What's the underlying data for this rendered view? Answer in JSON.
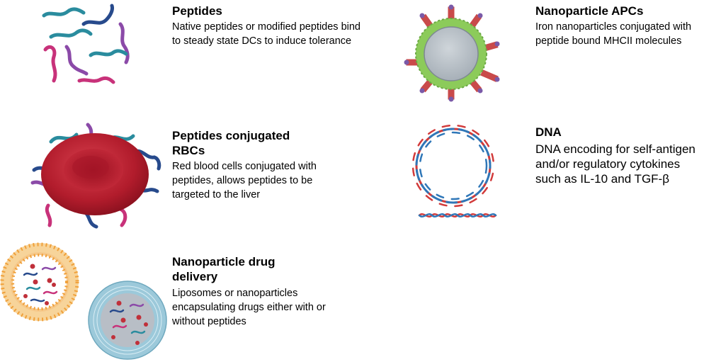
{
  "items": [
    {
      "id": "peptides",
      "title": "Peptides",
      "description": "Native peptides or modified peptides bind to steady state DCs to induce tolerance",
      "icon": "peptide-strands-icon"
    },
    {
      "id": "peptides-rbc",
      "title": "Peptides conjugated RBCs",
      "description": "Red blood cells conjugated with peptides, allows peptides to be targeted to the liver",
      "icon": "red-blood-cell-icon"
    },
    {
      "id": "nanoparticle-drug-delivery",
      "title": "Nanoparticle drug delivery",
      "description": "Liposomes or nanoparticles encapsulating drugs either with or without peptides",
      "icon": "liposome-nanoparticle-icon"
    },
    {
      "id": "nanoparticle-apcs",
      "title": "Nanoparticle APCs",
      "description": "Iron nanoparticles conjugated with peptide bound MHCII molecules",
      "icon": "iron-nanoparticle-mhc-icon"
    },
    {
      "id": "dna",
      "title": "DNA",
      "description": "DNA encoding for self-antigen and/or regulatory cytokines such as IL-10 and TGF-β",
      "icon": "dna-plasmid-icon"
    }
  ],
  "colors": {
    "peptide_teal": "#2a8c9e",
    "peptide_purple": "#8b4aa8",
    "peptide_magenta": "#c8327a",
    "peptide_navy": "#274a8c",
    "rbc_red": "#b81e2e",
    "liposome_orange": "#f0a03a",
    "nanoparticle_blue": "#9cc9da",
    "apc_green": "#8ccb5a",
    "mhc_red": "#c94a4a",
    "dna_red": "#d23a3a",
    "dna_blue": "#2f77b8"
  }
}
